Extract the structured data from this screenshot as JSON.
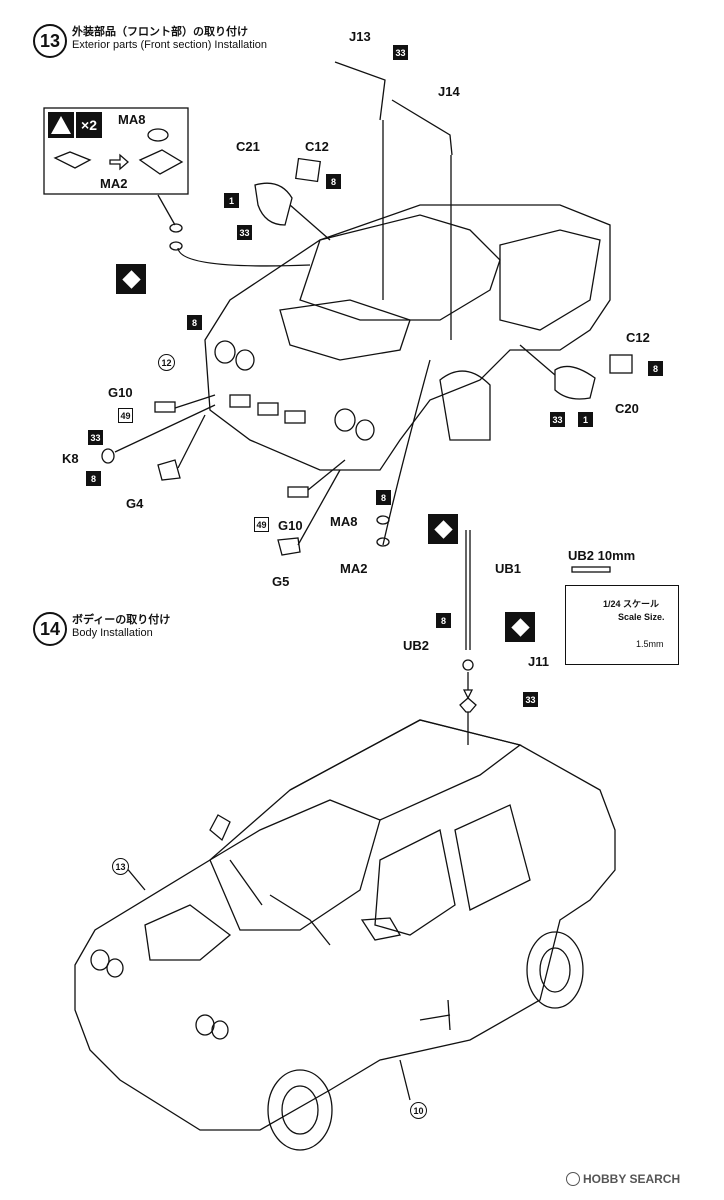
{
  "step13": {
    "number": "13",
    "title_jp": "外装部品（フロント部）の取り付け",
    "title_en": "Exterior parts (Front section) Installation"
  },
  "step14": {
    "number": "14",
    "title_jp": "ボディーの取り付け",
    "title_en": "Body Installation"
  },
  "inset": {
    "multiplier": "×2",
    "top_part": "MA8",
    "bottom_part": "MA2"
  },
  "labels13": {
    "j13": "J13",
    "j14": "J14",
    "c21": "C21",
    "c12a": "C12",
    "c12b": "C12",
    "c20": "C20",
    "g10a": "G10",
    "g10b": "G10",
    "k8": "K8",
    "g4": "G4",
    "g5": "G5",
    "ma8": "MA8",
    "ma2": "MA2"
  },
  "labels14": {
    "ub1": "UB1",
    "ub2": "UB2",
    "j11": "J11"
  },
  "paint": {
    "p33": "33",
    "p1": "1",
    "p8": "8",
    "p49": "49",
    "p12": "12",
    "p13": "13",
    "p10": "10"
  },
  "scale": {
    "header": "UB2  10mm",
    "jp": "1/24 スケール",
    "en": "Scale Size.",
    "dim": "1.5mm"
  },
  "watermark": "HOBBY SEARCH"
}
